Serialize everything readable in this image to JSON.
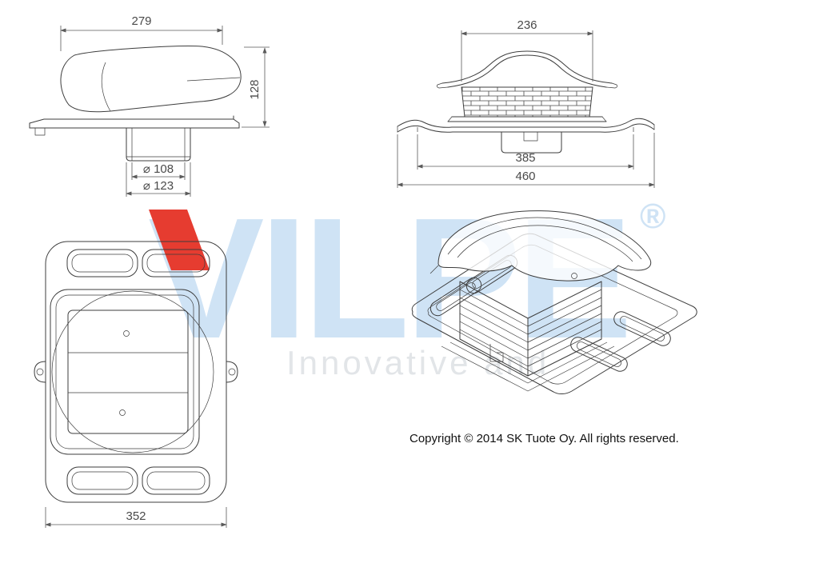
{
  "watermark": {
    "brand": "VILPE",
    "registered_mark": "®",
    "tagline": "Innovative and"
  },
  "colors": {
    "ink": "#3d3d3d",
    "dimension": "#5a5a5a",
    "brand_blue": "#cfe3f5",
    "brand_red": "#e63c30",
    "tagline_gray": "#e2e5e8",
    "text": "#111111"
  },
  "views": {
    "side_view": {
      "width_mm": "279",
      "height_mm": "128",
      "inner_diameter": "⌀ 108",
      "outer_diameter": "⌀ 123"
    },
    "front_view": {
      "hood_width_mm": "236",
      "flange_inner_mm": "385",
      "flange_width_mm": "460"
    },
    "bottom_view": {
      "plate_width_mm": "352"
    }
  },
  "footer": {
    "copyright": "Copyright © 2014 SK Tuote Oy. All rights reserved."
  }
}
